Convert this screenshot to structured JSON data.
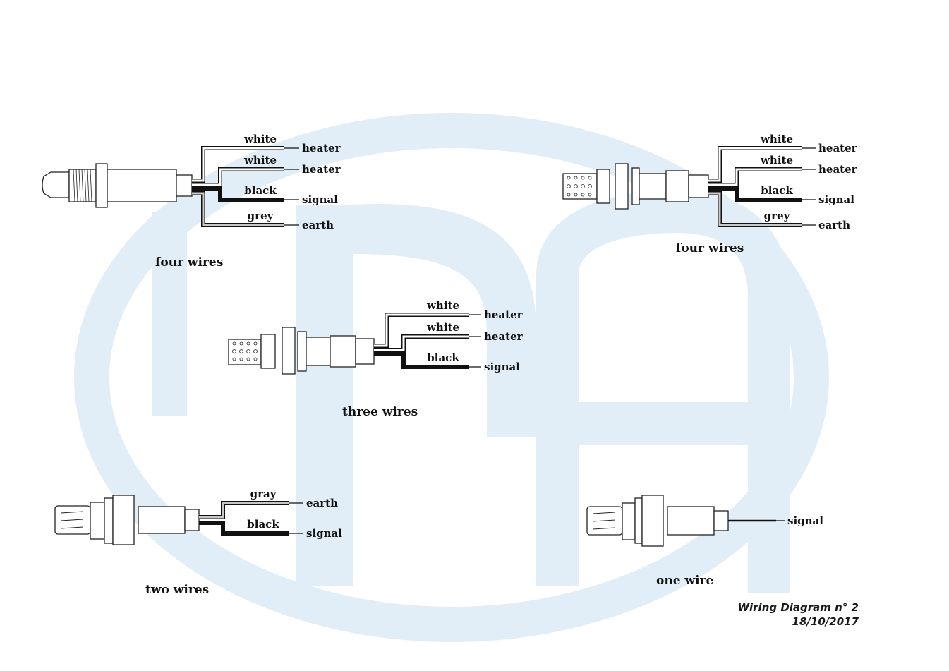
{
  "watermark": {
    "brand": "ERA",
    "color": "#e2eef7"
  },
  "sensors": [
    {
      "id": "four-wires-a",
      "caption": "four wires",
      "tip": "plain",
      "wires": [
        {
          "color_label": "white",
          "function": "heater",
          "style": "white"
        },
        {
          "color_label": "white",
          "function": "heater",
          "style": "white"
        },
        {
          "color_label": "black",
          "function": "signal",
          "style": "black"
        },
        {
          "color_label": "grey",
          "function": "earth",
          "style": "grey"
        }
      ]
    },
    {
      "id": "four-wires-b",
      "caption": "four wires",
      "tip": "perforated",
      "wires": [
        {
          "color_label": "white",
          "function": "heater",
          "style": "white"
        },
        {
          "color_label": "white",
          "function": "heater",
          "style": "white"
        },
        {
          "color_label": "black",
          "function": "signal",
          "style": "black"
        },
        {
          "color_label": "grey",
          "function": "earth",
          "style": "grey"
        }
      ]
    },
    {
      "id": "three-wires",
      "caption": "three wires",
      "tip": "perforated",
      "wires": [
        {
          "color_label": "white",
          "function": "heater",
          "style": "white"
        },
        {
          "color_label": "white",
          "function": "heater",
          "style": "white"
        },
        {
          "color_label": "black",
          "function": "signal",
          "style": "black"
        }
      ]
    },
    {
      "id": "two-wires",
      "caption": "two wires",
      "tip": "slotted",
      "wires": [
        {
          "color_label": "gray",
          "function": "earth",
          "style": "grey"
        },
        {
          "color_label": "black",
          "function": "signal",
          "style": "black"
        }
      ]
    },
    {
      "id": "one-wire",
      "caption": "one wire",
      "tip": "slotted",
      "wires": [
        {
          "color_label": "",
          "function": "signal",
          "style": "thin"
        }
      ]
    }
  ],
  "footer": {
    "title": "Wiring Diagram n° 2",
    "date": "18/10/2017"
  }
}
